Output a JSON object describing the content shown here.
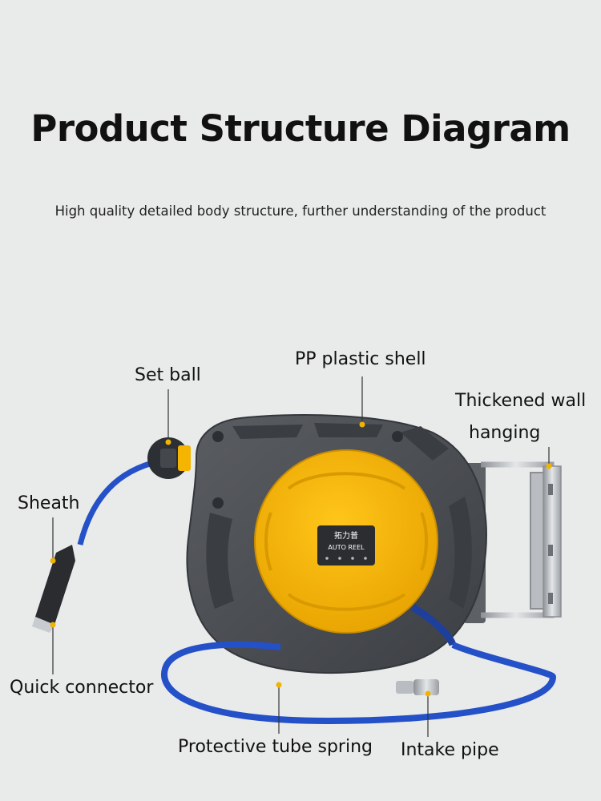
{
  "header": {
    "title": "Product Structure Diagram",
    "subtitle": "High quality detailed body structure, further understanding of the product"
  },
  "labels": {
    "set_ball": "Set ball",
    "shell": "PP plastic shell",
    "wall_hanging_line1": "Thickened wall",
    "wall_hanging_line2": "hanging",
    "sheath": "Sheath",
    "quick_connector": "Quick connector",
    "tube_spring": "Protective tube spring",
    "intake_pipe": "Intake pipe"
  },
  "reel_badge": {
    "brand": "拓力普",
    "text": "AUTO REEL"
  },
  "colors": {
    "background": "#e9eaea",
    "shell": "#4a4d52",
    "cover": "#f5b400",
    "hose": "#2450c8",
    "accent_dot": "#f0b400"
  }
}
